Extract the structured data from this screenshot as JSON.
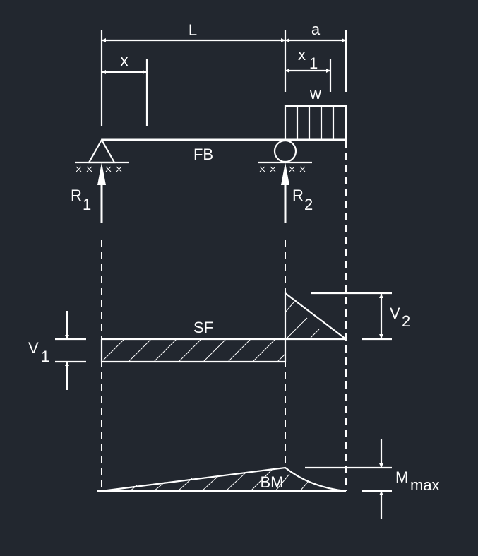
{
  "diagram": {
    "labels": {
      "span": "L",
      "overhang": "a",
      "x": "x",
      "x1_main": "x",
      "x1_sub": "1",
      "load": "w",
      "beam": "FB",
      "r1_main": "R",
      "r1_sub": "1",
      "r2_main": "R",
      "r2_sub": "2",
      "shear": "SF",
      "v1_main": "V",
      "v1_sub": "1",
      "v2_main": "V",
      "v2_sub": "2",
      "moment": "BM",
      "mmax_main": "M",
      "mmax_sub": "max"
    },
    "colors": {
      "background": "#22272f",
      "line": "#ffffff"
    }
  }
}
